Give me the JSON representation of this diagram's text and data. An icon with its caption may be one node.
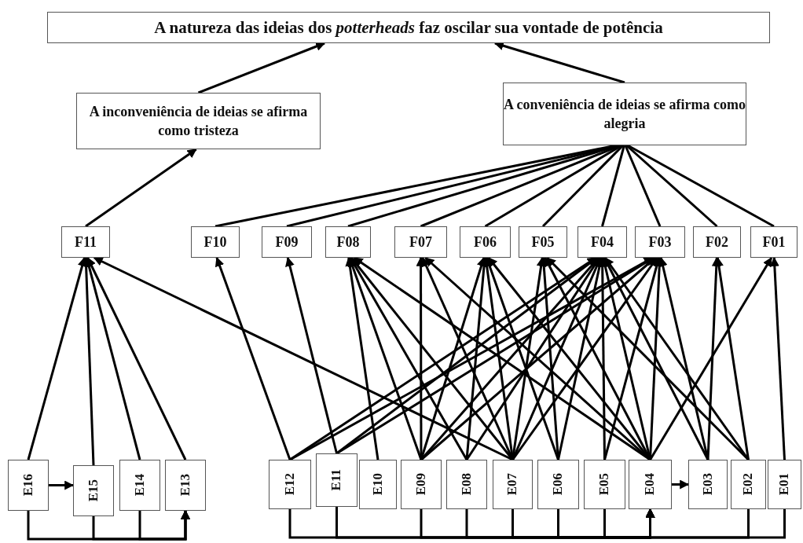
{
  "diagram": {
    "nodes": [
      {
        "text": [
          "A natureza das ideias dos *potterheads* faz oscilar sua vontade de potência"
        ]
      },
      {
        "text": [
          "A inconveniência de ideias se afirma como tristeza"
        ]
      },
      {
        "text": [
          "A conveniência de ideias se afirma como alegria"
        ]
      },
      {
        "text": [
          "F11"
        ]
      },
      {
        "text": [
          "F10"
        ]
      },
      {
        "text": [
          "F09"
        ]
      },
      {
        "text": [
          "F08"
        ]
      },
      {
        "text": [
          "F07"
        ]
      },
      {
        "text": [
          "F06"
        ]
      },
      {
        "text": [
          "F05"
        ]
      },
      {
        "text": [
          "F04"
        ]
      },
      {
        "text": [
          "F03"
        ]
      },
      {
        "text": [
          "F02"
        ]
      },
      {
        "text": [
          "F01"
        ]
      },
      {
        "text": [
          "E16"
        ]
      },
      {
        "text": [
          "E15"
        ]
      },
      {
        "text": [
          "E14"
        ]
      },
      {
        "text": [
          "E13"
        ]
      },
      {
        "text": [
          "E12"
        ]
      },
      {
        "text": [
          "E11"
        ]
      },
      {
        "text": [
          "E10"
        ]
      },
      {
        "text": [
          "E09"
        ]
      },
      {
        "text": [
          "E08"
        ]
      },
      {
        "text": [
          "E07"
        ]
      },
      {
        "text": [
          "E06"
        ]
      },
      {
        "text": [
          "E05"
        ]
      },
      {
        "text": [
          "E04"
        ]
      },
      {
        "text": [
          "E03"
        ]
      },
      {
        "text": [
          "E02"
        ]
      },
      {
        "text": [
          "E01"
        ]
      }
    ],
    "edges": [
      {
        "from": 1,
        "to": 0,
        "arrow": "to"
      },
      {
        "from": 2,
        "to": 0,
        "arrow": "to"
      },
      {
        "from": 3,
        "to": 1,
        "arrow": "to"
      },
      {
        "from": 4,
        "to": 2,
        "arrow": "none"
      },
      {
        "from": 5,
        "to": 2,
        "arrow": "none"
      },
      {
        "from": 6,
        "to": 2,
        "arrow": "none"
      },
      {
        "from": 7,
        "to": 2,
        "arrow": "none"
      },
      {
        "from": 8,
        "to": 2,
        "arrow": "none"
      },
      {
        "from": 9,
        "to": 2,
        "arrow": "none"
      },
      {
        "from": 10,
        "to": 2,
        "arrow": "none"
      },
      {
        "from": 11,
        "to": 2,
        "arrow": "none"
      },
      {
        "from": 12,
        "to": 2,
        "arrow": "none"
      },
      {
        "from": 13,
        "to": 2,
        "arrow": "none"
      },
      {
        "from": 14,
        "to": 3,
        "arrow": "to"
      },
      {
        "from": 15,
        "to": 3,
        "arrow": "to"
      },
      {
        "from": 16,
        "to": 3,
        "arrow": "to"
      },
      {
        "from": 17,
        "to": 3,
        "arrow": "to"
      },
      {
        "from": 23,
        "to": 3,
        "arrow": "to"
      },
      {
        "from": 18,
        "to": 4,
        "arrow": "to"
      },
      {
        "from": 18,
        "to": 10,
        "arrow": "to"
      },
      {
        "from": 18,
        "to": 11,
        "arrow": "to"
      },
      {
        "from": 19,
        "to": 5,
        "arrow": "to"
      },
      {
        "from": 19,
        "to": 10,
        "arrow": "to"
      },
      {
        "from": 19,
        "to": 11,
        "arrow": "to"
      },
      {
        "from": 20,
        "to": 6,
        "arrow": "to"
      },
      {
        "from": 21,
        "to": 6,
        "arrow": "to"
      },
      {
        "from": 21,
        "to": 7,
        "arrow": "to"
      },
      {
        "from": 21,
        "to": 8,
        "arrow": "to"
      },
      {
        "from": 21,
        "to": 10,
        "arrow": "to"
      },
      {
        "from": 21,
        "to": 11,
        "arrow": "to"
      },
      {
        "from": 22,
        "to": 6,
        "arrow": "to"
      },
      {
        "from": 22,
        "to": 8,
        "arrow": "to"
      },
      {
        "from": 22,
        "to": 10,
        "arrow": "to"
      },
      {
        "from": 23,
        "to": 6,
        "arrow": "to"
      },
      {
        "from": 23,
        "to": 7,
        "arrow": "to"
      },
      {
        "from": 23,
        "to": 8,
        "arrow": "to"
      },
      {
        "from": 23,
        "to": 9,
        "arrow": "to"
      },
      {
        "from": 23,
        "to": 10,
        "arrow": "to"
      },
      {
        "from": 23,
        "to": 11,
        "arrow": "to"
      },
      {
        "from": 24,
        "to": 8,
        "arrow": "to"
      },
      {
        "from": 24,
        "to": 9,
        "arrow": "to"
      },
      {
        "from": 24,
        "to": 10,
        "arrow": "to"
      },
      {
        "from": 25,
        "to": 10,
        "arrow": "to"
      },
      {
        "from": 25,
        "to": 11,
        "arrow": "to"
      },
      {
        "from": 26,
        "to": 6,
        "arrow": "to"
      },
      {
        "from": 26,
        "to": 7,
        "arrow": "to"
      },
      {
        "from": 26,
        "to": 8,
        "arrow": "to"
      },
      {
        "from": 26,
        "to": 9,
        "arrow": "to"
      },
      {
        "from": 26,
        "to": 10,
        "arrow": "to"
      },
      {
        "from": 26,
        "to": 11,
        "arrow": "to"
      },
      {
        "from": 26,
        "to": 13,
        "arrow": "to"
      },
      {
        "from": 27,
        "to": 10,
        "arrow": "to"
      },
      {
        "from": 27,
        "to": 11,
        "arrow": "to"
      },
      {
        "from": 27,
        "to": 12,
        "arrow": "to"
      },
      {
        "from": 28,
        "to": 9,
        "arrow": "to"
      },
      {
        "from": 28,
        "to": 10,
        "arrow": "to"
      },
      {
        "from": 28,
        "to": 12,
        "arrow": "to"
      },
      {
        "from": 29,
        "to": 13,
        "arrow": "to"
      },
      {
        "from": 14,
        "to": 15,
        "arrow": "to"
      },
      {
        "from": 26,
        "to": 27,
        "arrow": "to"
      },
      {
        "from": 14,
        "to": 17,
        "arrow": "to"
      },
      {
        "from": 15,
        "to": 17,
        "arrow": "to"
      },
      {
        "from": 16,
        "to": 17,
        "arrow": "to"
      },
      {
        "from": 18,
        "to": 26,
        "arrow": "to"
      },
      {
        "from": 19,
        "to": 26,
        "arrow": "to"
      },
      {
        "from": 21,
        "to": 26,
        "arrow": "to"
      },
      {
        "from": 22,
        "to": 26,
        "arrow": "to"
      },
      {
        "from": 23,
        "to": 26,
        "arrow": "to"
      },
      {
        "from": 24,
        "to": 26,
        "arrow": "to"
      },
      {
        "from": 25,
        "to": 26,
        "arrow": "to"
      },
      {
        "from": 28,
        "to": 26,
        "arrow": "to"
      },
      {
        "from": 29,
        "to": 26,
        "arrow": "to"
      }
    ]
  }
}
